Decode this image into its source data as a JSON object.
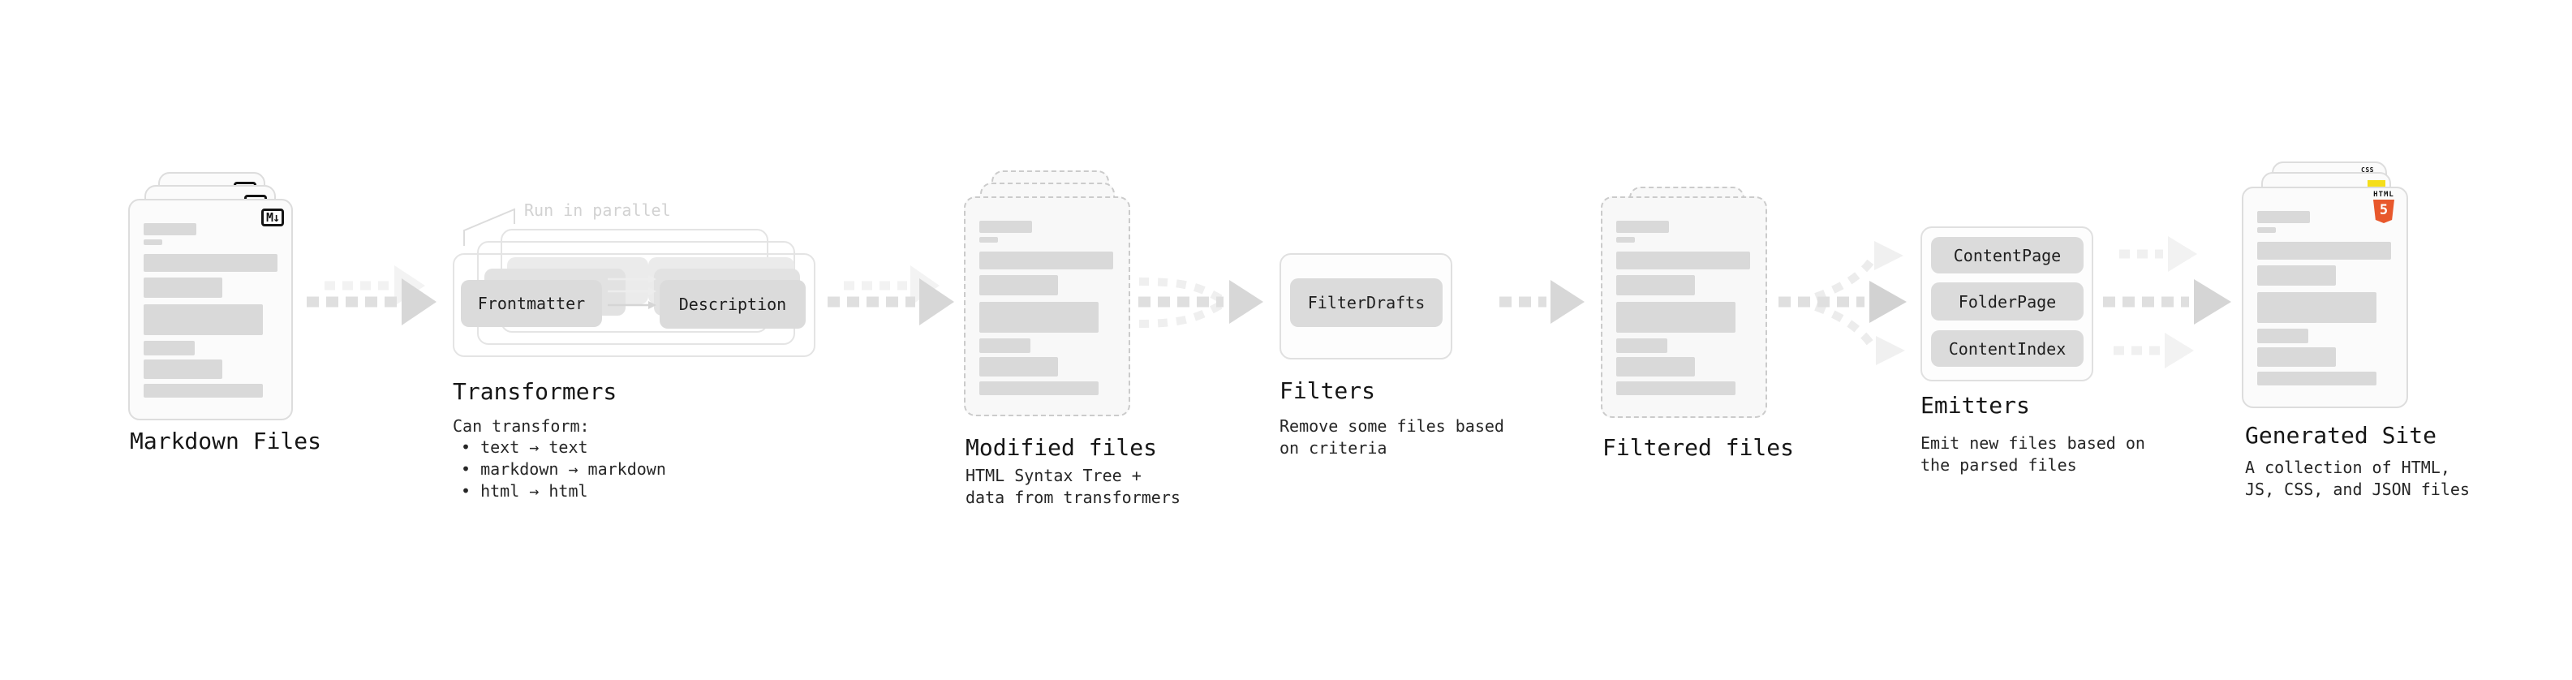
{
  "stages": {
    "markdown": {
      "title": "Markdown Files",
      "badge": "M↓"
    },
    "transformers": {
      "title": "Transformers",
      "note": "Run in parallel",
      "pill_left": "Frontmatter",
      "pill_right": "Description",
      "desc_title": "Can transform:",
      "bullet_1": "• text → text",
      "bullet_2": "• markdown → markdown",
      "bullet_3": "• html → html"
    },
    "modified": {
      "title": "Modified files",
      "desc_1": "HTML Syntax Tree +",
      "desc_2": "data from transformers"
    },
    "filters": {
      "title": "Filters",
      "pill": "FilterDrafts",
      "desc_1": "Remove some files based",
      "desc_2": "on criteria"
    },
    "filtered": {
      "title": "Filtered files"
    },
    "emitters": {
      "title": "Emitters",
      "pill_1": "ContentPage",
      "pill_2": "FolderPage",
      "pill_3": "ContentIndex",
      "desc_1": "Emit new files based on",
      "desc_2": "the parsed files"
    },
    "generated": {
      "title": "Generated Site",
      "desc_1": "A collection of HTML,",
      "desc_2": "JS, CSS, and JSON files",
      "badge_css": "CSS",
      "badge_html": "HTML",
      "badge_html_number": "5"
    }
  },
  "colors": {
    "html5_orange": "#E8582C",
    "js_yellow": "#F5DE19",
    "css_blue": "#2965F1",
    "skeleton_bar": "#D9D9D9",
    "arrow_dash": "#DFDFDF",
    "arrow_head": "#D7D7D7",
    "pill_gray": "#DBDBDB",
    "note_gray": "#D2D2D2"
  }
}
